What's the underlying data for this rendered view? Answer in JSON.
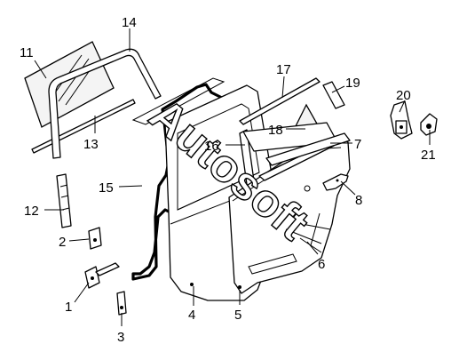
{
  "watermark": "Autosoft",
  "parts": [
    {
      "id": "1",
      "label": "1"
    },
    {
      "id": "2",
      "label": "2"
    },
    {
      "id": "3",
      "label": "3"
    },
    {
      "id": "4",
      "label": "4"
    },
    {
      "id": "5",
      "label": "5"
    },
    {
      "id": "6",
      "label": "6"
    },
    {
      "id": "7",
      "label": "7"
    },
    {
      "id": "8",
      "label": "8"
    },
    {
      "id": "11",
      "label": "11"
    },
    {
      "id": "12",
      "label": "12"
    },
    {
      "id": "13",
      "label": "13"
    },
    {
      "id": "14",
      "label": "14"
    },
    {
      "id": "15",
      "label": "15"
    },
    {
      "id": "16",
      "label": "16"
    },
    {
      "id": "17",
      "label": "17"
    },
    {
      "id": "18",
      "label": "18"
    },
    {
      "id": "19",
      "label": "19"
    },
    {
      "id": "20",
      "label": "20"
    },
    {
      "id": "21",
      "label": "21"
    }
  ]
}
